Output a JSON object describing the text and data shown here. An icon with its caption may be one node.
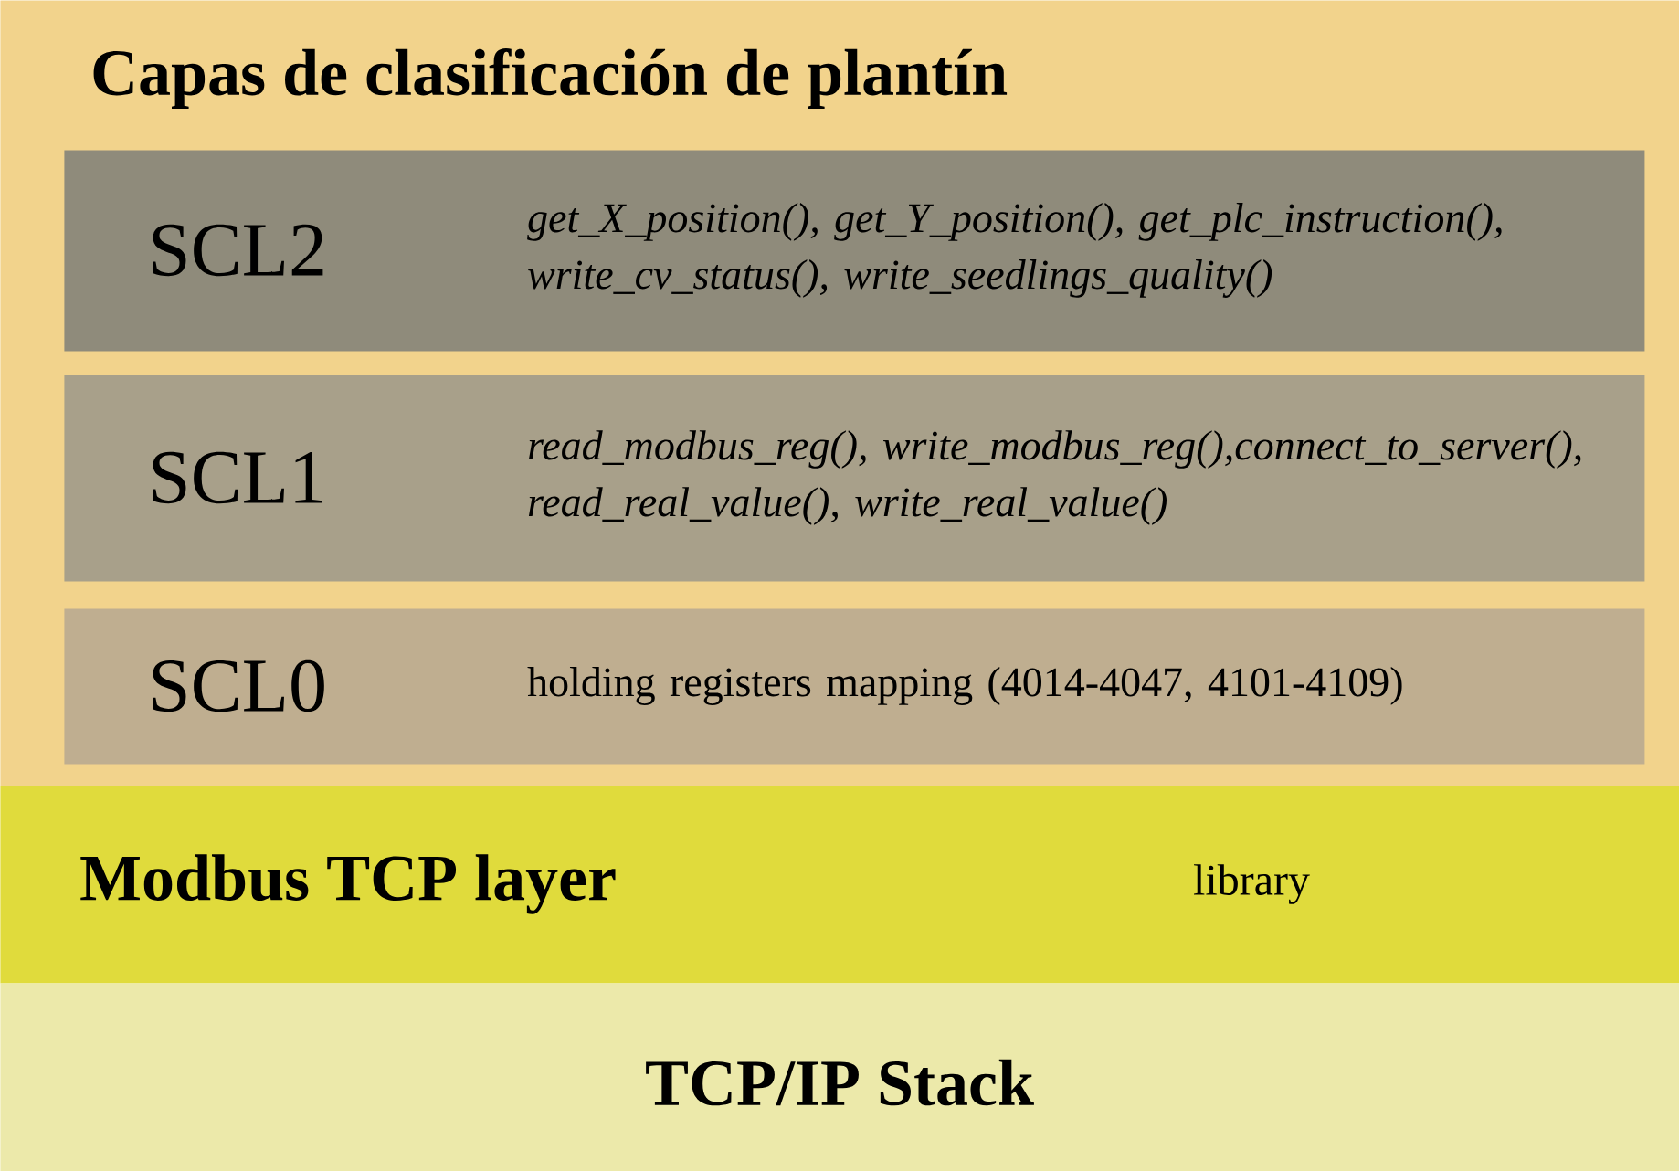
{
  "diagram": {
    "nodes": [
      {
        "text": [
          "Capas de clasificación de plantín"
        ]
      },
      {
        "text": [
          "SCL2",
          "get_X_position(), get_Y_position(), get_plc_instruction(), write_cv_status(), write_seedlings_quality()"
        ],
        "in": 0
      },
      {
        "text": [
          "SCL1",
          "read_modbus_reg(), write_modbus_reg(),connect_to_server(), read_real_value(), write_real_value()"
        ],
        "in": 0
      },
      {
        "text": [
          "SCL0",
          "holding registers mapping (4014-4047, 4101-4109)"
        ],
        "in": 0
      },
      {
        "text": [
          "Modbus TCP layer",
          "library"
        ]
      },
      {
        "text": [
          "TCP/IP Stack"
        ]
      }
    ]
  }
}
